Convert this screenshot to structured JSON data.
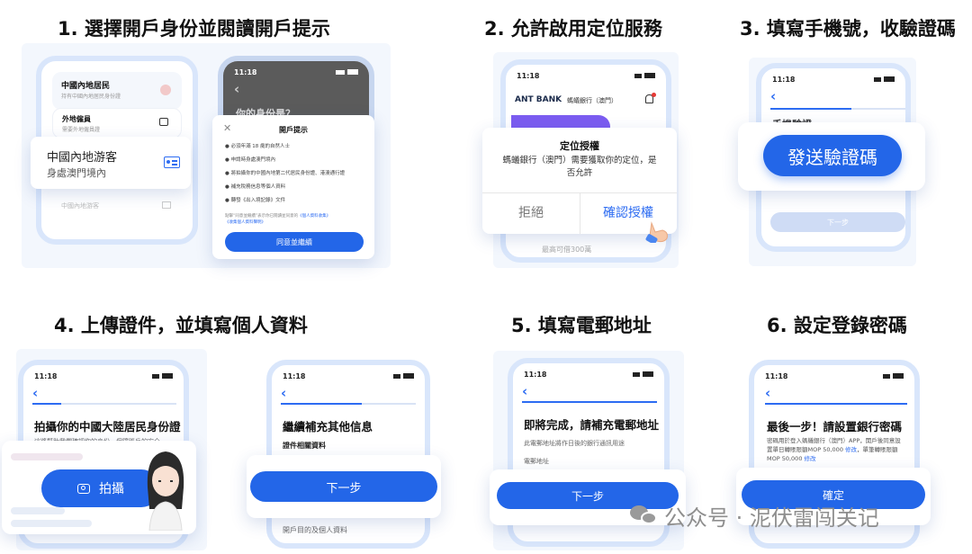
{
  "steps": {
    "s1": "1. 選擇開戶身份並閱讀開戶提示",
    "s2": "2. 允許啟用定位服務",
    "s3": "3. 填寫手機號，收驗證碼",
    "s4": "4. 上傳證件，並填寫個人資料",
    "s5": "5. 填寫電郵地址",
    "s6": "6. 設定登錄密碼"
  },
  "status_time": "11:18",
  "panel1": {
    "opt1_title": "中國內地居民",
    "opt1_sub": "持有中國內地居民身份證",
    "opt2_title": "外地僱員",
    "opt2_sub": "需要外地僱員證",
    "opt3_title": "中國內地游客",
    "card_title": "中國內地游客",
    "card_sub": "身處澳門境內",
    "question": "你的身份是？",
    "sheet_title": "開戶提示",
    "tips": [
      "必須年滿 18 歲的自然人士",
      "申請時身處澳門境內",
      "將拍攝你的中國內地第二代居民身份證、港澳通行證",
      "補充稅務信息等個人資料",
      "轉發《出入境記錄》文件"
    ],
    "agree_prefix": "點擊“同意並繼續”表示你已閱讀並同意的",
    "agree_link1": "《個人資料收集》",
    "agree_link2": "《收集個人資料聲明》",
    "agree_button": "同意並繼續"
  },
  "panel2": {
    "brand": "ANT BANK",
    "bank_name": "螞蟻銀行（澳門）",
    "dialog_title": "定位授權",
    "dialog_body": "螞蟻銀行（澳門）需要獲取你的定位，是否允許",
    "reject": "拒絕",
    "confirm": "確認授權",
    "behind_text": "最高可借300萬"
  },
  "panel3": {
    "title_partial": "手機驗證",
    "send_code": "發送驗證碼",
    "next": "下一步"
  },
  "panel4": {
    "title": "拍攝你的中國大陸居民身份證",
    "sub": "這將幫助我們確認你的身份，保障賬戶的安全",
    "shoot": "拍攝",
    "title2": "繼續補充其他信息",
    "section": "證件相關資料",
    "next": "下一步",
    "bottom": "開戶目的及個人資料"
  },
  "panel5": {
    "title": "即將完成，請補充電郵地址",
    "sub": "此電郵地址將作日後的銀行通訊用途",
    "field_label": "電郵地址",
    "next": "下一步"
  },
  "panel6": {
    "title": "最後一步！請設置銀行密碼",
    "desc_1": "密碼用於登入螞蟻銀行（澳門）APP，開戶後同意設",
    "desc_2": "置單日轉賬限額MOP 50,000",
    "desc_link": "修改",
    "desc_3": "，單筆轉賬限額",
    "desc_4": "MOP 50,000",
    "confirm": "確定"
  },
  "watermark": "公众号 · 泥伏雷闯关记"
}
